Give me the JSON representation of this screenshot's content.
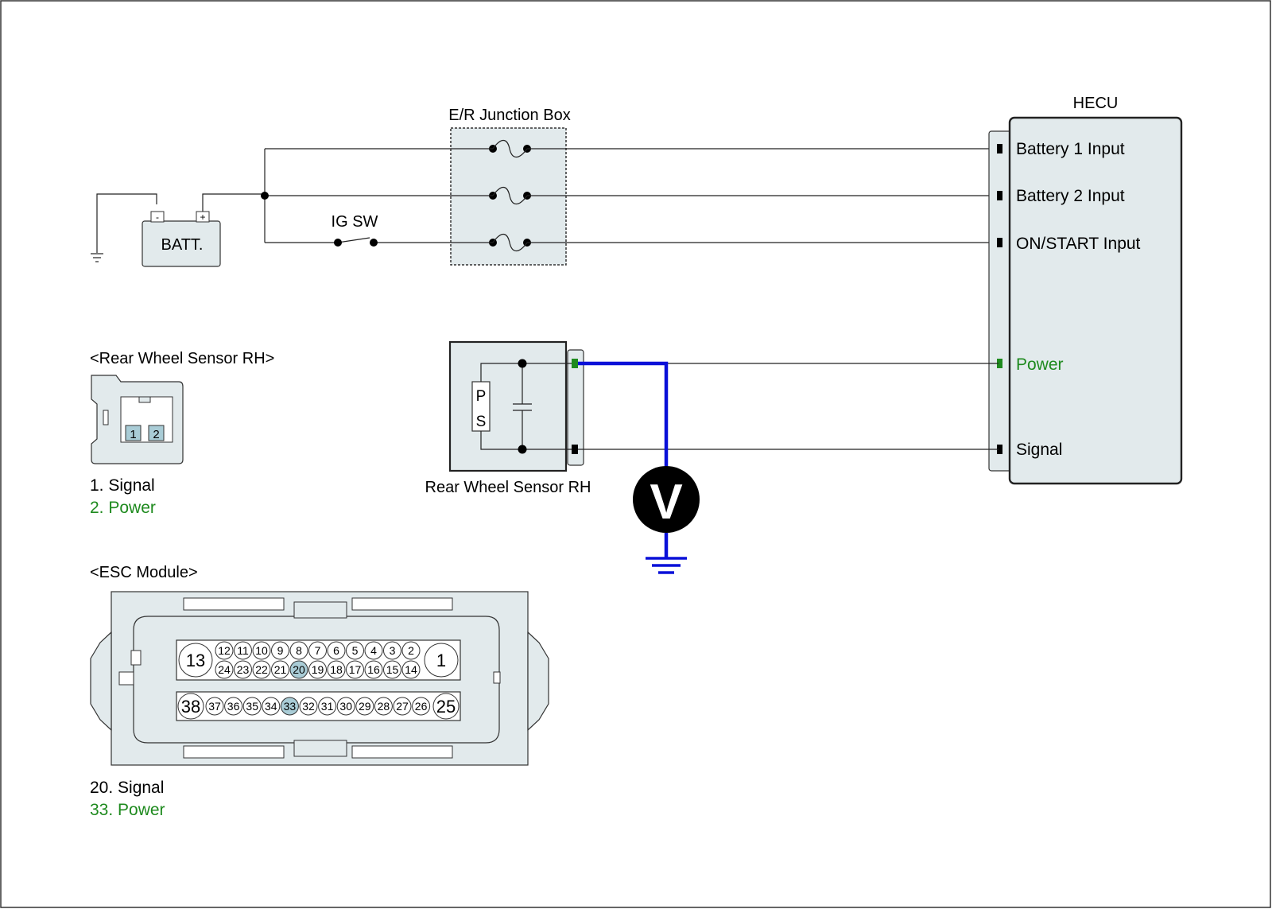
{
  "junction_box": {
    "title": "E/R Junction Box"
  },
  "battery": {
    "label": "BATT.",
    "neg": "-",
    "pos": "+"
  },
  "ig_switch": {
    "label": "IG SW"
  },
  "hecu": {
    "title": "HECU",
    "pins": [
      {
        "label": "Battery 1 Input",
        "color": "#000000"
      },
      {
        "label": "Battery 2 Input",
        "color": "#000000"
      },
      {
        "label": "ON/START Input",
        "color": "#000000"
      },
      {
        "label": "Power",
        "color": "#1e8a1e"
      },
      {
        "label": "Signal",
        "color": "#000000"
      }
    ]
  },
  "sensor": {
    "label": "Rear Wheel Sensor RH",
    "p": "P",
    "s": "S"
  },
  "voltmeter": {
    "symbol": "V"
  },
  "rear_sensor_connector": {
    "title": "<Rear Wheel Sensor RH>",
    "pins": [
      "1",
      "2"
    ],
    "legend": [
      {
        "text": "1. Signal",
        "color": "#000000"
      },
      {
        "text": "2. Power",
        "color": "#1e8a1e"
      }
    ]
  },
  "esc_connector": {
    "title": "<ESC Module>",
    "big_top_left": "13",
    "big_top_right": "1",
    "big_bottom_left": "38",
    "big_bottom_right": "25",
    "row1": [
      "12",
      "11",
      "10",
      "9",
      "8",
      "7",
      "6",
      "5",
      "4",
      "3",
      "2"
    ],
    "row2": [
      "24",
      "23",
      "22",
      "21",
      "20",
      "19",
      "18",
      "17",
      "16",
      "15",
      "14"
    ],
    "row3": [
      "37",
      "36",
      "35",
      "34",
      "33",
      "32",
      "31",
      "30",
      "29",
      "28",
      "27",
      "26"
    ],
    "highlighted": [
      "20",
      "33"
    ],
    "legend": [
      {
        "text": "20. Signal",
        "color": "#000000"
      },
      {
        "text": "33. Power",
        "color": "#1e8a1e"
      }
    ]
  },
  "colors": {
    "wire": "#222222",
    "probe_wire": "#0a10d8",
    "power_green": "#1e8a1e",
    "panel_fill": "#e2eaec",
    "pin_highlight": "#a9ccd6"
  }
}
